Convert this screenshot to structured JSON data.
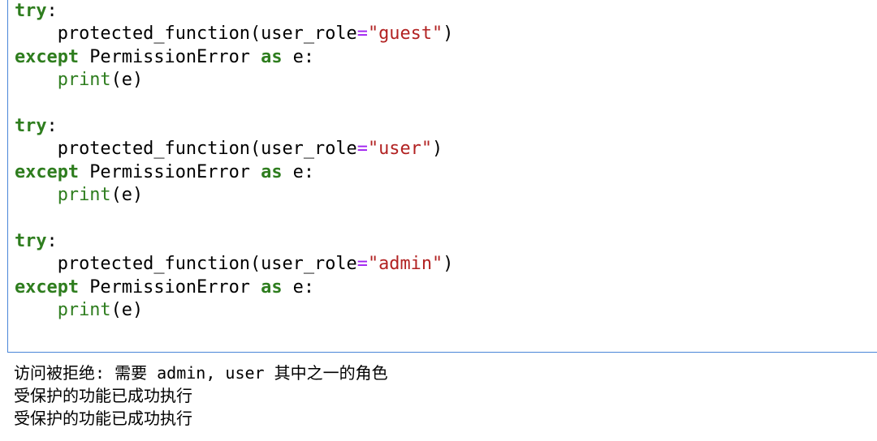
{
  "code_cell": {
    "lines": [
      [
        [
          "kw",
          "try"
        ],
        [
          "p",
          ":"
        ]
      ],
      [
        [
          "p",
          "    protected_function(user_role"
        ],
        [
          "op",
          "="
        ],
        [
          "str",
          "\"guest\""
        ],
        [
          "p",
          ")"
        ]
      ],
      [
        [
          "kw",
          "except"
        ],
        [
          "p",
          " PermissionError "
        ],
        [
          "kw",
          "as"
        ],
        [
          "p",
          " e:"
        ]
      ],
      [
        [
          "p",
          "    "
        ],
        [
          "bi",
          "print"
        ],
        [
          "p",
          "(e)"
        ]
      ],
      [],
      [
        [
          "kw",
          "try"
        ],
        [
          "p",
          ":"
        ]
      ],
      [
        [
          "p",
          "    protected_function(user_role"
        ],
        [
          "op",
          "="
        ],
        [
          "str",
          "\"user\""
        ],
        [
          "p",
          ")"
        ]
      ],
      [
        [
          "kw",
          "except"
        ],
        [
          "p",
          " PermissionError "
        ],
        [
          "kw",
          "as"
        ],
        [
          "p",
          " e:"
        ]
      ],
      [
        [
          "p",
          "    "
        ],
        [
          "bi",
          "print"
        ],
        [
          "p",
          "(e)"
        ]
      ],
      [],
      [
        [
          "kw",
          "try"
        ],
        [
          "p",
          ":"
        ]
      ],
      [
        [
          "p",
          "    protected_function(user_role"
        ],
        [
          "op",
          "="
        ],
        [
          "str",
          "\"admin\""
        ],
        [
          "p",
          ")"
        ]
      ],
      [
        [
          "kw",
          "except"
        ],
        [
          "p",
          " PermissionError "
        ],
        [
          "kw",
          "as"
        ],
        [
          "p",
          " e:"
        ]
      ],
      [
        [
          "p",
          "    "
        ],
        [
          "bi",
          "print"
        ],
        [
          "p",
          "(e)"
        ]
      ]
    ]
  },
  "output": {
    "lines": [
      "访问被拒绝: 需要 admin, user 其中之一的角色",
      "受保护的功能已成功执行",
      "受保护的功能已成功执行"
    ]
  },
  "colors": {
    "keyword": "#2e7d1e",
    "string": "#b22222",
    "operator": "#a020f0",
    "cell_border": "#4a86d8"
  }
}
